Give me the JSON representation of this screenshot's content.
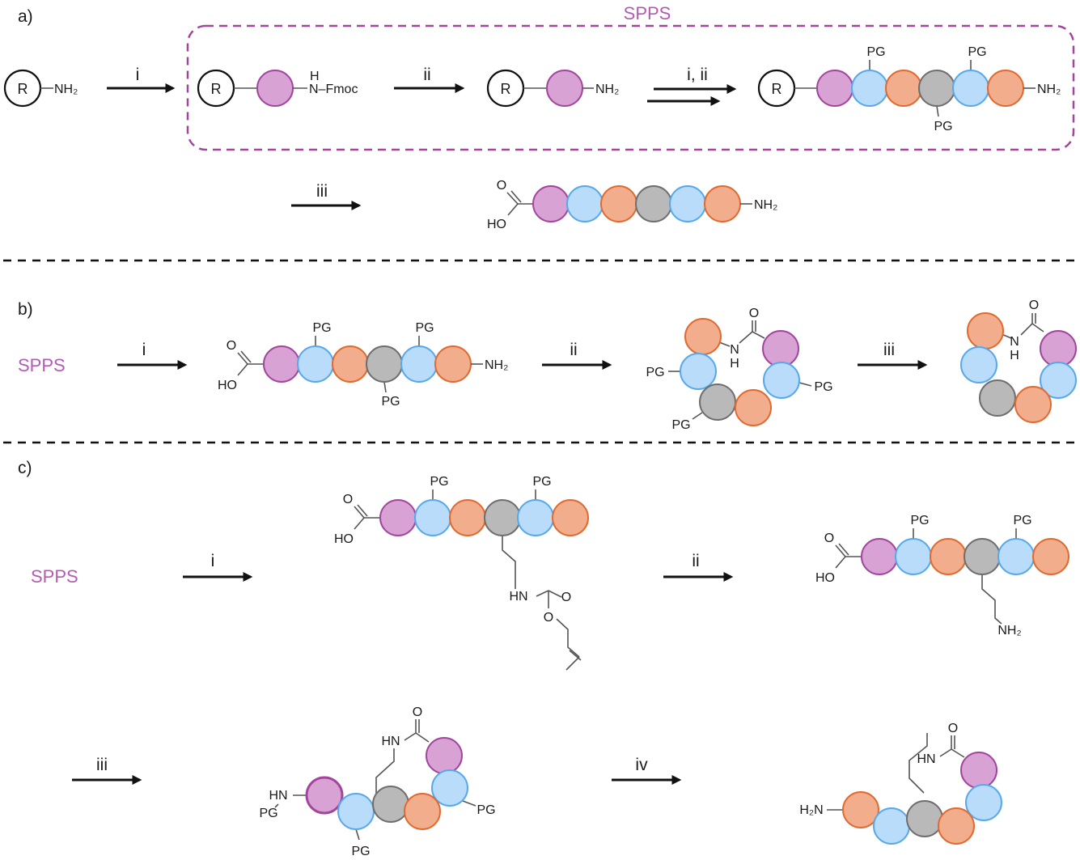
{
  "panels": {
    "a": {
      "label": "a)",
      "box_title": "SPPS",
      "steps": {
        "i": "i",
        "ii": "ii",
        "i_ii": "i, ii",
        "iii": "iii"
      },
      "resin": "R",
      "nh2": "NH₂",
      "amine_h": "H",
      "n_fmoc": "N–Fmoc",
      "ho": "HO",
      "o": "O"
    },
    "b": {
      "label": "b)",
      "start": "SPPS",
      "steps": {
        "i": "i",
        "ii": "ii",
        "iii": "iii"
      },
      "nh2": "NH₂",
      "nh": "N",
      "h": "H",
      "ho": "HO",
      "o": "O"
    },
    "c": {
      "label": "c)",
      "start": "SPPS",
      "steps": {
        "i": "i",
        "ii": "ii",
        "iii": "iii",
        "iv": "iv"
      },
      "hn": "HN",
      "o": "O",
      "ho": "HO",
      "nh2": "NH₂",
      "h2n": "H₂N"
    }
  },
  "protecting_group": "PG",
  "bead_colors": {
    "magenta": "#d8a2d4",
    "blue": "#b8dcfa",
    "orange": "#f1ad8c",
    "grey": "#b9b9b9"
  }
}
